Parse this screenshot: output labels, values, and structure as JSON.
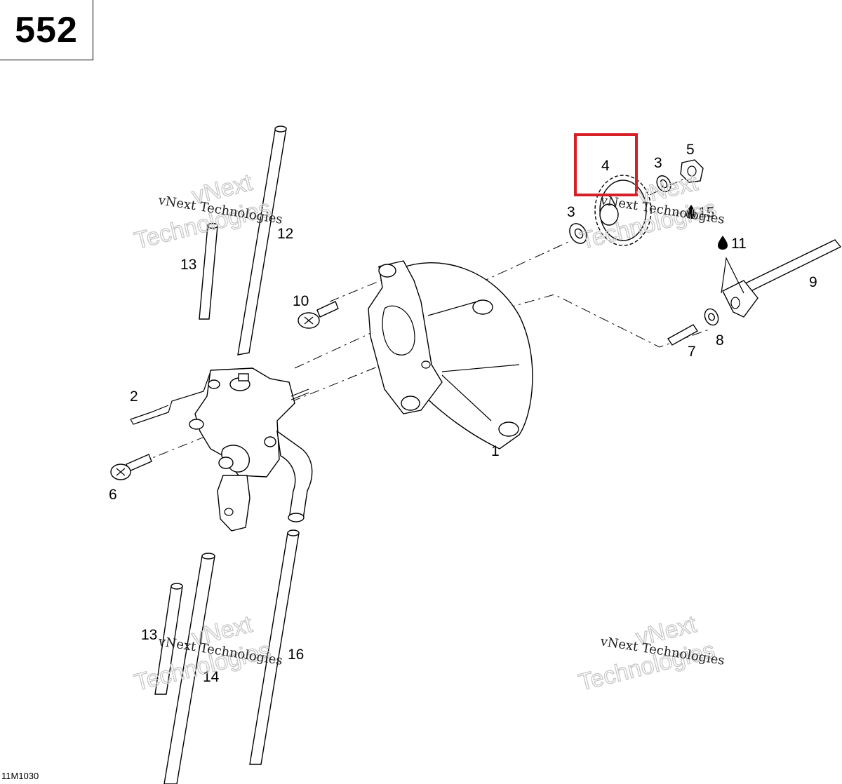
{
  "page_number": "552",
  "drawing_code": "11M1030",
  "highlight_color": "#d62027",
  "watermark": {
    "line1": "vNext",
    "line2": "Technologies",
    "line3": "vNext Technologies"
  },
  "callouts": {
    "c1": "1",
    "c2": "2",
    "c3a": "3",
    "c3b": "3",
    "c4": "4",
    "c5": "5",
    "c6": "6",
    "c7": "7",
    "c8": "8",
    "c9": "9",
    "c10": "10",
    "c11": "11",
    "c12": "12",
    "c13a": "13",
    "c13b": "13",
    "c14": "14",
    "c15": "15",
    "c16": "16"
  },
  "highlighted_callout": "4",
  "lubricant_icon": "oil-drop-icon"
}
